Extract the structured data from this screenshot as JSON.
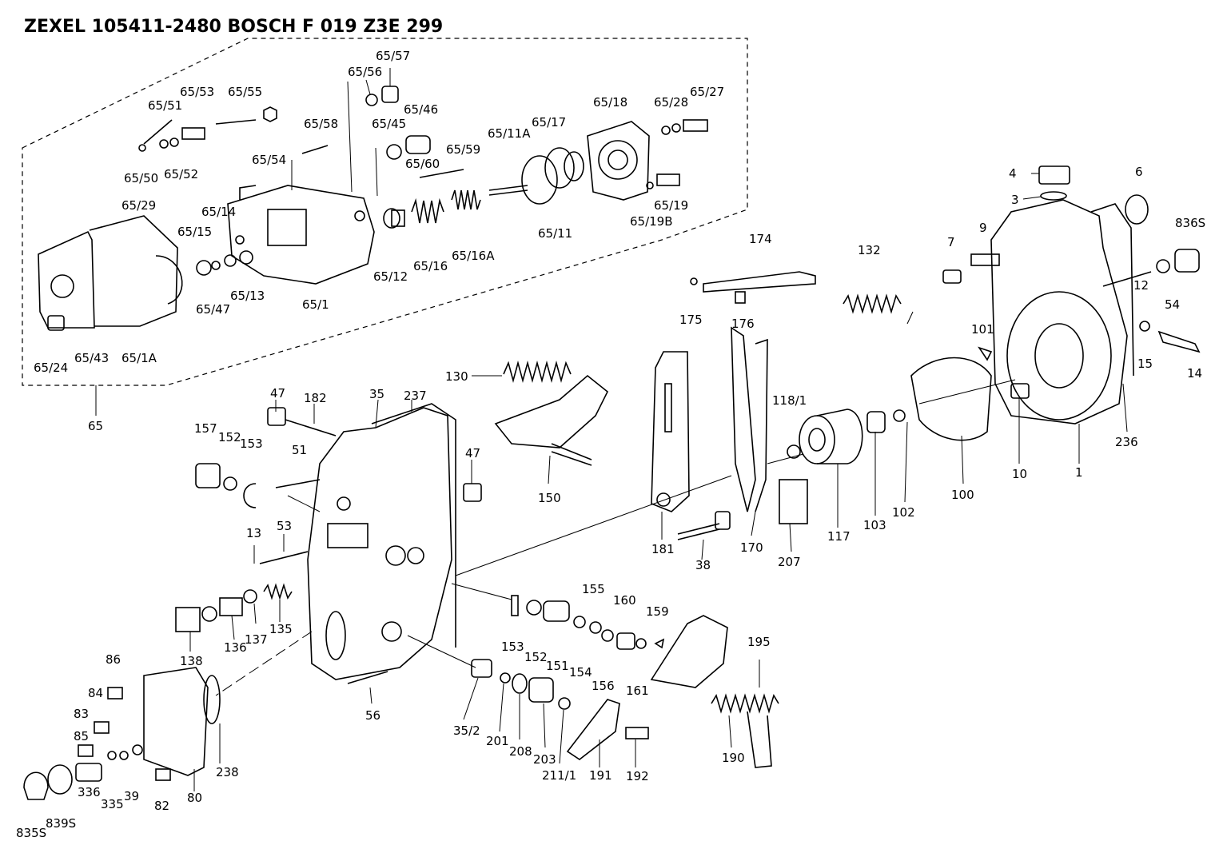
{
  "title": "ZEXEL   105411-2480   BOSCH   F 019 Z3E 299",
  "labels": [
    {
      "id": "p65_57",
      "text": "65/57"
    },
    {
      "id": "p65_56",
      "text": "65/56"
    },
    {
      "id": "p65_53",
      "text": "65/53"
    },
    {
      "id": "p65_55",
      "text": "65/55"
    },
    {
      "id": "p65_51",
      "text": "65/51"
    },
    {
      "id": "p65_46",
      "text": "65/46"
    },
    {
      "id": "p65_17",
      "text": "65/17"
    },
    {
      "id": "p65_18",
      "text": "65/18"
    },
    {
      "id": "p65_28",
      "text": "65/28"
    },
    {
      "id": "p65_27",
      "text": "65/27"
    },
    {
      "id": "p65_58",
      "text": "65/58"
    },
    {
      "id": "p65_45",
      "text": "65/45"
    },
    {
      "id": "p65_11A",
      "text": "65/11A"
    },
    {
      "id": "p65_59",
      "text": "65/59"
    },
    {
      "id": "p65_54",
      "text": "65/54"
    },
    {
      "id": "p65_50",
      "text": "65/50"
    },
    {
      "id": "p65_52",
      "text": "65/52"
    },
    {
      "id": "p65_60",
      "text": "65/60"
    },
    {
      "id": "p65_19",
      "text": "65/19"
    },
    {
      "id": "p65_19B",
      "text": "65/19B"
    },
    {
      "id": "p65_29",
      "text": "65/29"
    },
    {
      "id": "p65_14",
      "text": "65/14"
    },
    {
      "id": "p65_15",
      "text": "65/15"
    },
    {
      "id": "p65_11",
      "text": "65/11"
    },
    {
      "id": "p65_16A",
      "text": "65/16A"
    },
    {
      "id": "p65_16",
      "text": "65/16"
    },
    {
      "id": "p65_12",
      "text": "65/12"
    },
    {
      "id": "p65_13",
      "text": "65/13"
    },
    {
      "id": "p65_1",
      "text": "65/1"
    },
    {
      "id": "p65_47",
      "text": "65/47"
    },
    {
      "id": "p65_24",
      "text": "65/24"
    },
    {
      "id": "p65_43",
      "text": "65/43"
    },
    {
      "id": "p65_1A",
      "text": "65/1A"
    },
    {
      "id": "p65",
      "text": "65"
    },
    {
      "id": "p4",
      "text": "4"
    },
    {
      "id": "p3",
      "text": "3"
    },
    {
      "id": "p6",
      "text": "6"
    },
    {
      "id": "p836S",
      "text": "836S"
    },
    {
      "id": "p7",
      "text": "7"
    },
    {
      "id": "p9",
      "text": "9"
    },
    {
      "id": "p12",
      "text": "12"
    },
    {
      "id": "p54",
      "text": "54"
    },
    {
      "id": "p101",
      "text": "101"
    },
    {
      "id": "p15",
      "text": "15"
    },
    {
      "id": "p14",
      "text": "14"
    },
    {
      "id": "p174",
      "text": "174"
    },
    {
      "id": "p132",
      "text": "132"
    },
    {
      "id": "p175",
      "text": "175"
    },
    {
      "id": "p176",
      "text": "176"
    },
    {
      "id": "p130",
      "text": "130"
    },
    {
      "id": "p118_1",
      "text": "118/1"
    },
    {
      "id": "p10",
      "text": "10"
    },
    {
      "id": "p1",
      "text": "1"
    },
    {
      "id": "p236",
      "text": "236"
    },
    {
      "id": "p100",
      "text": "100"
    },
    {
      "id": "p102",
      "text": "102"
    },
    {
      "id": "p103",
      "text": "103"
    },
    {
      "id": "p117",
      "text": "117"
    },
    {
      "id": "p170",
      "text": "170"
    },
    {
      "id": "p207",
      "text": "207"
    },
    {
      "id": "p181",
      "text": "181"
    },
    {
      "id": "p38",
      "text": "38"
    },
    {
      "id": "p150",
      "text": "150"
    },
    {
      "id": "p47a",
      "text": "47"
    },
    {
      "id": "p182",
      "text": "182"
    },
    {
      "id": "p35",
      "text": "35"
    },
    {
      "id": "p237",
      "text": "237"
    },
    {
      "id": "p47b",
      "text": "47"
    },
    {
      "id": "p157",
      "text": "157"
    },
    {
      "id": "p152a",
      "text": "152"
    },
    {
      "id": "p153a",
      "text": "153"
    },
    {
      "id": "p51",
      "text": "51"
    },
    {
      "id": "p13",
      "text": "13"
    },
    {
      "id": "p53",
      "text": "53"
    },
    {
      "id": "p138",
      "text": "138"
    },
    {
      "id": "p136",
      "text": "136"
    },
    {
      "id": "p137",
      "text": "137"
    },
    {
      "id": "p135",
      "text": "135"
    },
    {
      "id": "p155",
      "text": "155"
    },
    {
      "id": "p160",
      "text": "160"
    },
    {
      "id": "p159",
      "text": "159"
    },
    {
      "id": "p195",
      "text": "195"
    },
    {
      "id": "p153b",
      "text": "153"
    },
    {
      "id": "p152b",
      "text": "152"
    },
    {
      "id": "p151",
      "text": "151"
    },
    {
      "id": "p154",
      "text": "154"
    },
    {
      "id": "p156",
      "text": "156"
    },
    {
      "id": "p161",
      "text": "161"
    },
    {
      "id": "p86",
      "text": "86"
    },
    {
      "id": "p84",
      "text": "84"
    },
    {
      "id": "p83",
      "text": "83"
    },
    {
      "id": "p85",
      "text": "85"
    },
    {
      "id": "p56",
      "text": "56"
    },
    {
      "id": "p35_2",
      "text": "35/2"
    },
    {
      "id": "p201",
      "text": "201"
    },
    {
      "id": "p208",
      "text": "208"
    },
    {
      "id": "p203",
      "text": "203"
    },
    {
      "id": "p211_1",
      "text": "211/1"
    },
    {
      "id": "p191",
      "text": "191"
    },
    {
      "id": "p192",
      "text": "192"
    },
    {
      "id": "p190",
      "text": "190"
    },
    {
      "id": "p238",
      "text": "238"
    },
    {
      "id": "p80",
      "text": "80"
    },
    {
      "id": "p82",
      "text": "82"
    },
    {
      "id": "p39",
      "text": "39"
    },
    {
      "id": "p335",
      "text": "335"
    },
    {
      "id": "p336",
      "text": "336"
    },
    {
      "id": "p839S",
      "text": "839S"
    },
    {
      "id": "p835S",
      "text": "835S"
    }
  ]
}
